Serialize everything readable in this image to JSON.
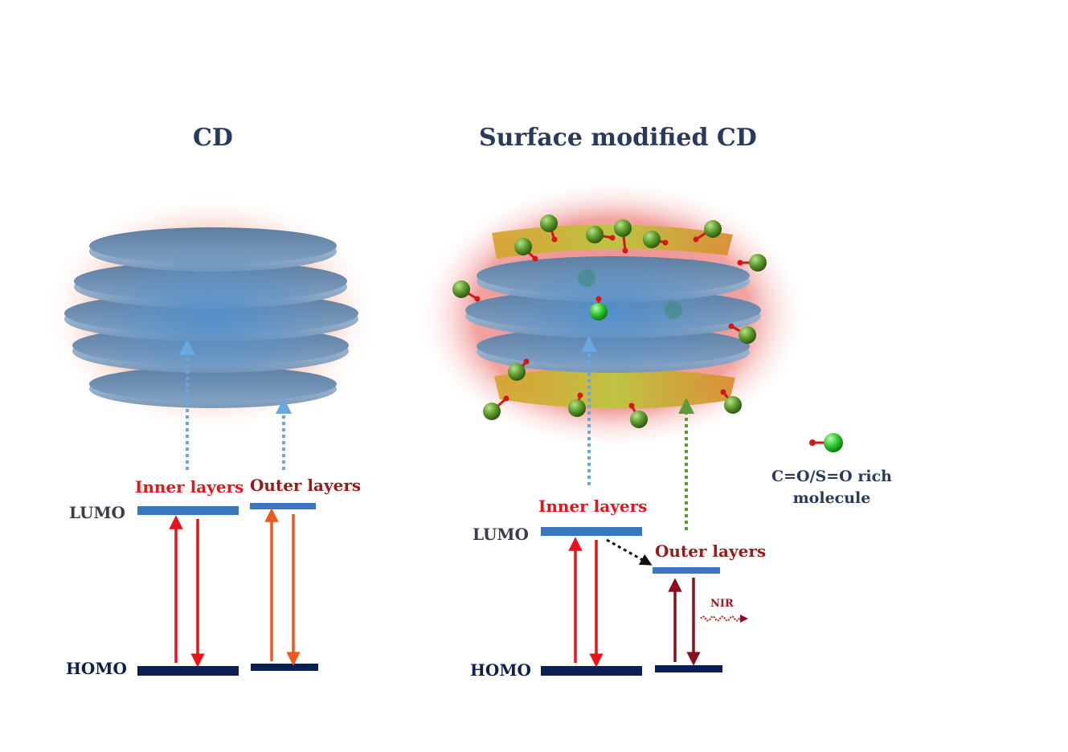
{
  "left_panel": {
    "title": "CD",
    "inner_label": "Inner layers",
    "outer_label": "Outer layers",
    "lumo_label": "LUMO",
    "homo_label": "HOMO"
  },
  "right_panel": {
    "title": "Surface modified CD",
    "inner_label": "Inner layers",
    "outer_label": "Outer layers",
    "lumo_label": "LUMO",
    "homo_label": "HOMO",
    "emission_label": "NIR"
  },
  "legend": {
    "line1": "C=O/S=O rich",
    "line2": "molecule"
  },
  "colors": {
    "title": "#2a3a5c",
    "disk": "#6d9fce",
    "glow": "#f08070",
    "level_lumo": "#3a78bd",
    "level_homo": "#0c1f55",
    "arrow_inner": "#e8141c",
    "arrow_outer": "#f0561e",
    "arrow_nir": "#8a1020",
    "dotted_blue": "#6aa6e0",
    "dotted_green": "#5c9a3a",
    "molecule_green": "#3faa2a",
    "molecule_red": "#d01818"
  }
}
